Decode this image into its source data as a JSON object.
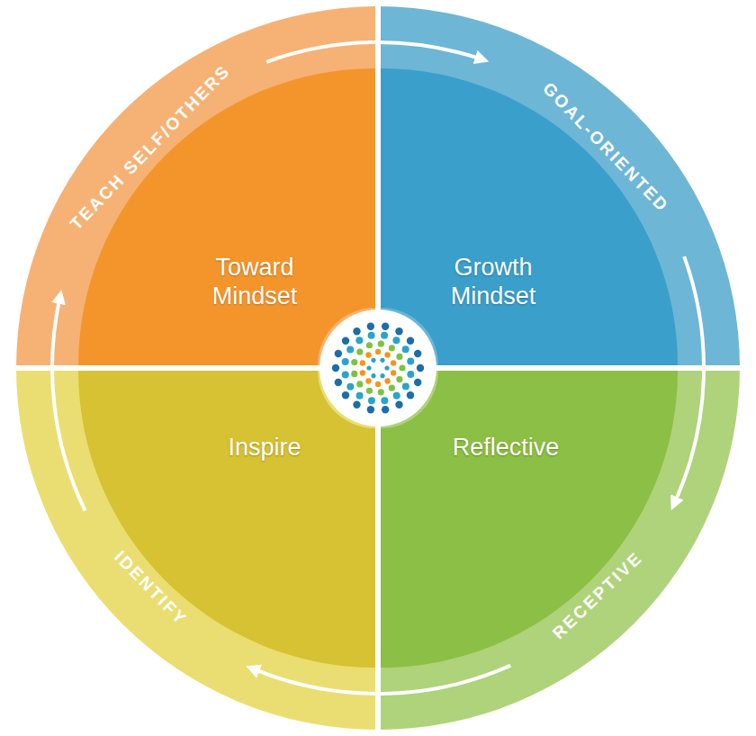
{
  "diagram": {
    "nodes": [
      {
        "text": [
          "Toward Mindset"
        ]
      },
      {
        "text": [
          "Growth Mindset"
        ]
      },
      {
        "text": [
          "Inspire"
        ]
      },
      {
        "text": [
          "Reflective"
        ]
      }
    ],
    "labels": [
      "TEACH SELF/OTHERS",
      "GOAL-ORIENTED",
      "RECEPTIVE",
      "IDENTIFY"
    ]
  }
}
